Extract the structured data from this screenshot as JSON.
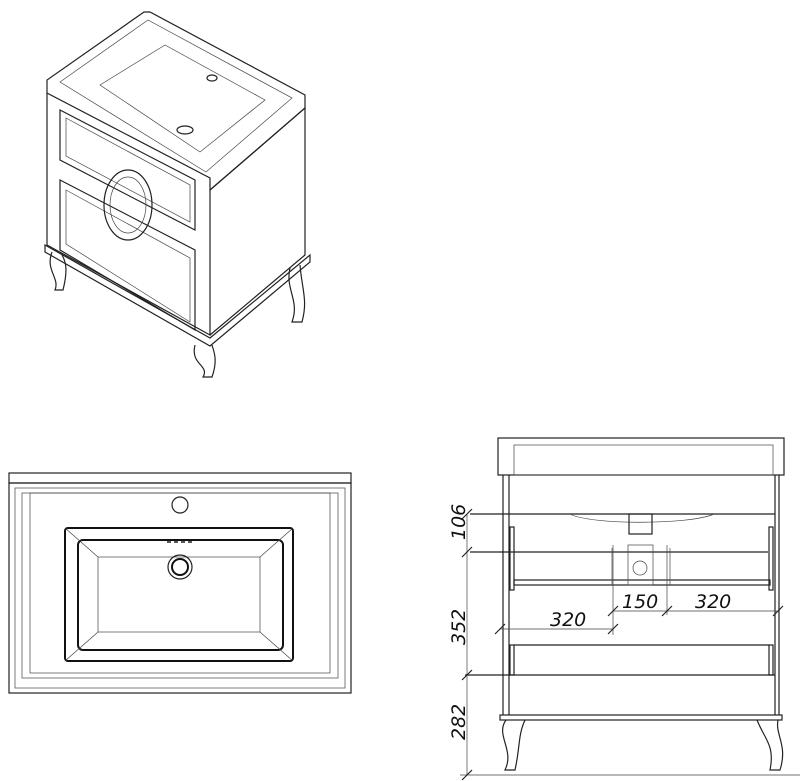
{
  "drawing": {
    "title": "Vanity unit with washbasin - technical drawing",
    "views": [
      "isometric",
      "top",
      "front"
    ]
  },
  "dimensions": {
    "top_to_siphon": "106",
    "siphon_to_drawer": "352",
    "leg_height": "282",
    "left_offset": "320",
    "pipe_spacing": "150",
    "right_offset": "320"
  },
  "colors": {
    "line": "#222222",
    "background": "#ffffff"
  }
}
